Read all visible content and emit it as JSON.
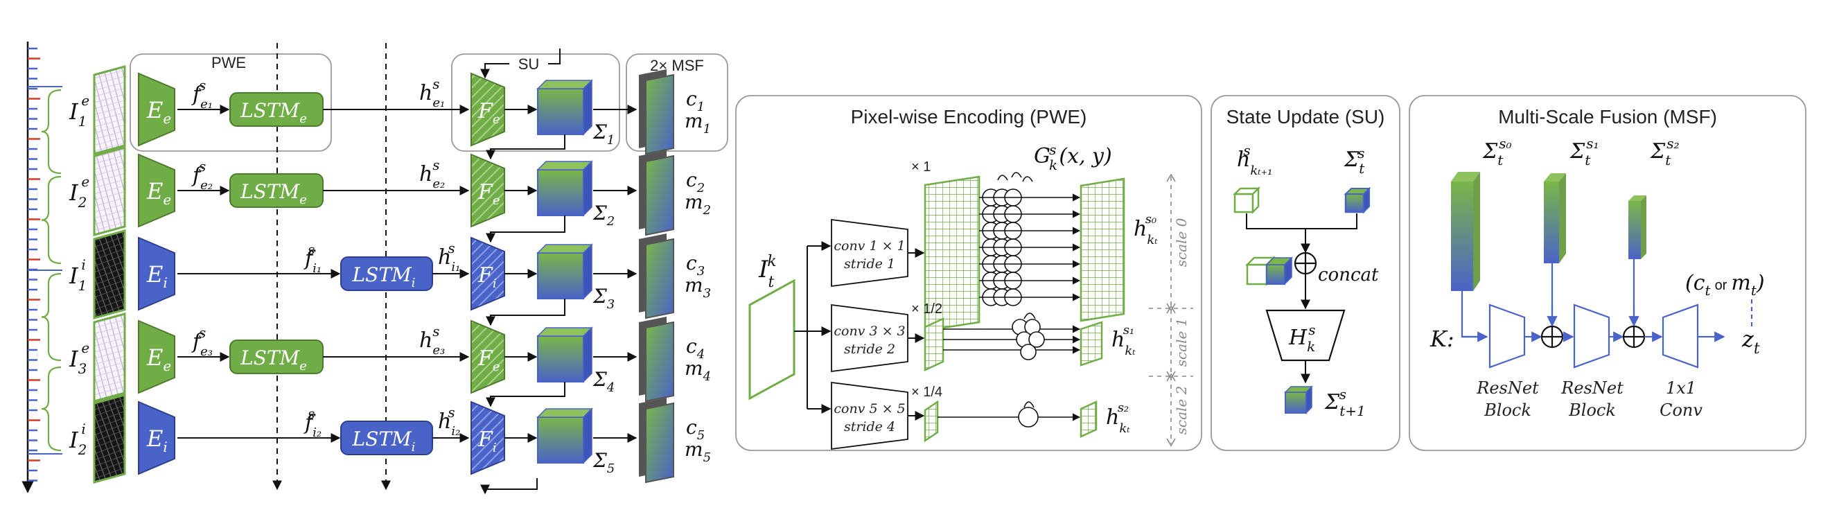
{
  "panels": {
    "pwe_title": "Pixel-wise Encoding (PWE)",
    "su_title": "State Update (SU)",
    "msf_title": "Multi-Scale Fusion (MSF)"
  },
  "pipeline": {
    "pwe_box_label": "PWE",
    "su_box_label": "SU",
    "msf_box_label": "2× MSF",
    "rows": [
      {
        "input": "I",
        "input_sup": "e",
        "input_sub": "1",
        "encoder": "E",
        "encoder_sub": "e",
        "feat": "f",
        "feat_sup": "s",
        "feat_sub": "e₁",
        "lstm": "LSTM",
        "lstm_sub": "e",
        "hidden": "h",
        "hidden_sup": "s",
        "hidden_sub": "e₁",
        "fuse": "F",
        "fuse_sub": "e",
        "sigma": "Σ",
        "sigma_sub": "1",
        "c": "c",
        "c_sub": "1",
        "m": "m",
        "m_sub": "1"
      },
      {
        "input": "I",
        "input_sup": "e",
        "input_sub": "2",
        "encoder": "E",
        "encoder_sub": "e",
        "feat": "f",
        "feat_sup": "s",
        "feat_sub": "e₂",
        "lstm": "LSTM",
        "lstm_sub": "e",
        "hidden": "h",
        "hidden_sup": "s",
        "hidden_sub": "e₂",
        "fuse": "F",
        "fuse_sub": "e",
        "sigma": "Σ",
        "sigma_sub": "2",
        "c": "c",
        "c_sub": "2",
        "m": "m",
        "m_sub": "2"
      },
      {
        "input": "I",
        "input_sup": "i",
        "input_sub": "1",
        "encoder": "E",
        "encoder_sub": "i",
        "feat": "f",
        "feat_sup": "s",
        "feat_sub": "i₁",
        "lstm": "LSTM",
        "lstm_sub": "i",
        "hidden": "h",
        "hidden_sup": "s",
        "hidden_sub": "i₁",
        "fuse": "F",
        "fuse_sub": "i",
        "sigma": "Σ",
        "sigma_sub": "3",
        "c": "c",
        "c_sub": "3",
        "m": "m",
        "m_sub": "3"
      },
      {
        "input": "I",
        "input_sup": "e",
        "input_sub": "3",
        "encoder": "E",
        "encoder_sub": "e",
        "feat": "f",
        "feat_sup": "s",
        "feat_sub": "e₃",
        "lstm": "LSTM",
        "lstm_sub": "e",
        "hidden": "h",
        "hidden_sup": "s",
        "hidden_sub": "e₃",
        "fuse": "F",
        "fuse_sub": "e",
        "sigma": "Σ",
        "sigma_sub": "4",
        "c": "c",
        "c_sub": "4",
        "m": "m",
        "m_sub": "4"
      },
      {
        "input": "I",
        "input_sup": "i",
        "input_sub": "2",
        "encoder": "E",
        "encoder_sub": "i",
        "feat": "f",
        "feat_sup": "s",
        "feat_sub": "i₂",
        "lstm": "LSTM",
        "lstm_sub": "i",
        "hidden": "h",
        "hidden_sup": "s",
        "hidden_sub": "i₂",
        "fuse": "F",
        "fuse_sub": "i",
        "sigma": "Σ",
        "sigma_sub": "5",
        "c": "c",
        "c_sub": "5",
        "m": "m",
        "m_sub": "5"
      }
    ]
  },
  "pwe": {
    "input": "I",
    "input_sup": "k",
    "input_sub": "t",
    "gk": "G",
    "gk_sup": "s",
    "gk_sub": "k",
    "gk_args": "(x, y)",
    "convs": [
      {
        "line1": "conv 1 × 1",
        "line2": "stride 1",
        "scale_factor": "× 1",
        "out": "h",
        "out_sup": "s₀",
        "out_sub": "kₜ",
        "scale": "scale 0"
      },
      {
        "line1": "conv 3 × 3",
        "line2": "stride 2",
        "scale_factor": "× 1/2",
        "out": "h",
        "out_sup": "s₁",
        "out_sub": "kₜ",
        "scale": "scale 1"
      },
      {
        "line1": "conv 5 × 5",
        "line2": "stride 4",
        "scale_factor": "× 1/4",
        "out": "h",
        "out_sup": "s₂",
        "out_sub": "kₜ",
        "scale": "scale 2"
      }
    ]
  },
  "su": {
    "h_in": "h",
    "h_in_sup": "s",
    "h_in_sub": "kₜ₊₁",
    "sigma_in": "Σ",
    "sigma_in_sup": "s",
    "sigma_in_sub": "t",
    "concat": "concat",
    "hk": "H",
    "hk_sup": "s",
    "hk_sub": "k",
    "sigma_out": "Σ",
    "sigma_out_sup": "s",
    "sigma_out_sub": "t+1"
  },
  "msf": {
    "sigmas": [
      {
        "base": "Σ",
        "sub": "t",
        "sup": "s₀"
      },
      {
        "base": "Σ",
        "sub": "t",
        "sup": "s₁"
      },
      {
        "base": "Σ",
        "sub": "t",
        "sup": "s₂"
      }
    ],
    "k_label": "K:",
    "blocks": [
      {
        "line1": "ResNet",
        "line2": "Block"
      },
      {
        "line1": "ResNet",
        "line2": "Block"
      },
      {
        "line1": "1x1",
        "line2": "Conv"
      }
    ],
    "output_c": "(c",
    "output_c_sub": "t",
    "output_or": "or",
    "output_m": "m",
    "output_m_sub": "t",
    "output_close": ")",
    "z": "z",
    "z_sub": "t"
  },
  "colors": {
    "green": "#70ad47",
    "green_dark": "#4e7a2e",
    "blue": "#4a63c8",
    "blue_dark": "#2f3f8f",
    "panel_border": "#999999",
    "tick_red": "#d63a2a",
    "tick_blue": "#4a63c8"
  }
}
